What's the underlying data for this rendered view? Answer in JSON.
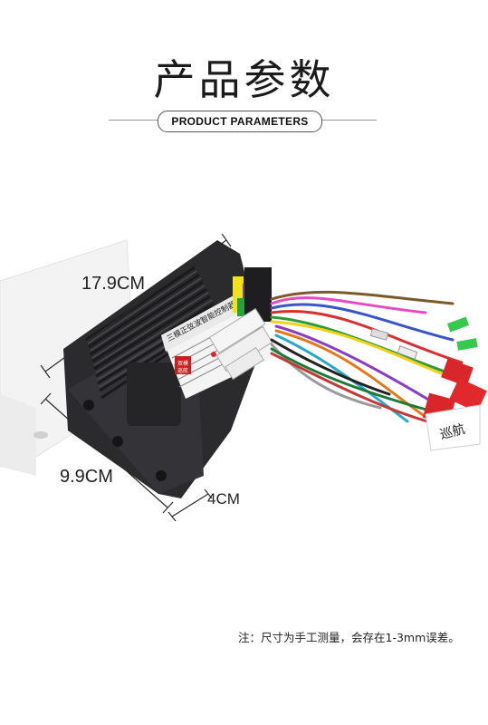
{
  "header": {
    "title": "产品参数",
    "subtitle": "PRODUCT PARAMETERS"
  },
  "product_label": {
    "line1": "三模正弦波智能控制器",
    "stamp1": "双模",
    "stamp2": "巡航"
  },
  "wire_tag": "巡航",
  "dimensions": {
    "length": "17.9CM",
    "width": "9.9CM",
    "height": "4CM"
  },
  "note": "注：尺寸为手工测量，会存在1-3mm误差。"
}
